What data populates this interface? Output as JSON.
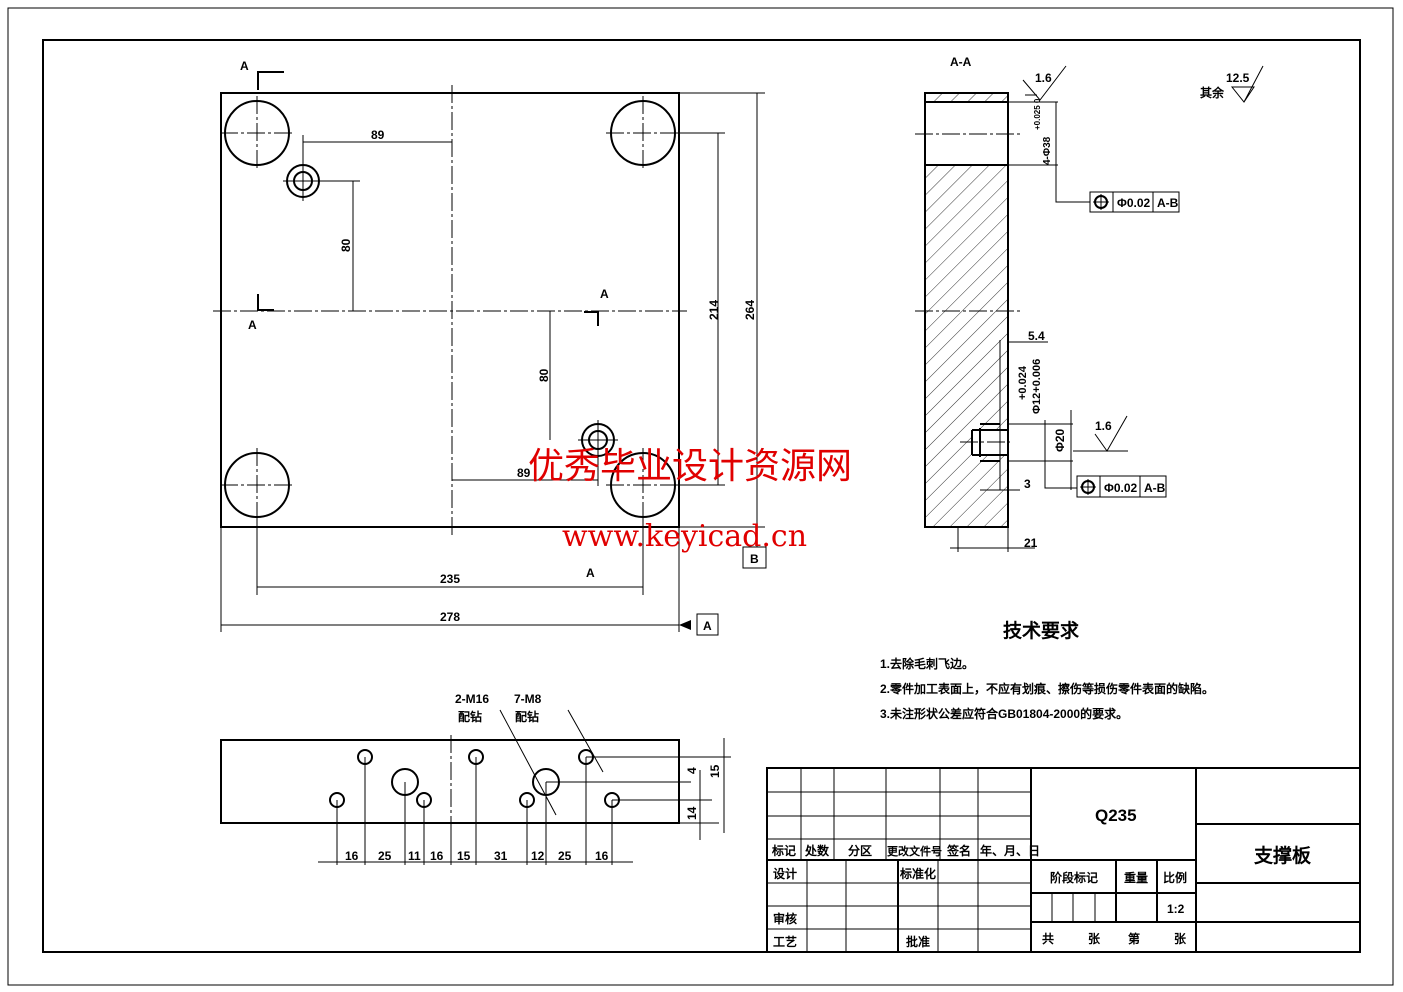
{
  "section_label": "A",
  "section_view_title": "A-A",
  "front_view": {
    "dims": {
      "d89_top": "89",
      "d80_left": "80",
      "d80_right": "80",
      "d89_bottom": "89",
      "d214": "214",
      "d264": "264",
      "d235": "235",
      "d278": "278"
    },
    "datum_a": "A",
    "datum_b": "B"
  },
  "side_view": {
    "roughness_top": "1.6",
    "bore_dim": "4-Φ38",
    "bore_tol": "+0.025 0",
    "fcf_top": {
      "symbol": "position",
      "tol": "Φ0.02",
      "datum": "A-B"
    },
    "d5_4": "5.4",
    "pin_dim": "Φ12+0.006",
    "pin_tol": "+0.024",
    "d20": "Φ20",
    "roughness_pin": "1.6",
    "fcf_pin": {
      "symbol": "position",
      "tol": "Φ0.02",
      "datum": "A-B"
    },
    "d3": "3",
    "d21": "21"
  },
  "general_roughness": {
    "label": "其余",
    "value": "12.5"
  },
  "tech_req": {
    "title": "技术要求",
    "items": [
      "1.去除毛刺飞边。",
      "2.零件加工表面上，不应有划痕、擦伤等损伤零件表面的缺陷。",
      "3.未注形状公差应符合GB01804-2000的要求。"
    ]
  },
  "bottom_view": {
    "callout_m16": {
      "spec": "2-M16",
      "note": "配钻"
    },
    "callout_m8": {
      "spec": "7-M8",
      "note": "配钻"
    },
    "h_dims": [
      "16",
      "25",
      "11",
      "16",
      "15",
      "31",
      "12",
      "25",
      "16"
    ],
    "v_dims": {
      "d4": "4",
      "d15": "15",
      "d14": "14"
    }
  },
  "title_block": {
    "headers": [
      "标记",
      "处数",
      "分区",
      "更改文件号",
      "签名",
      "年、月、日"
    ],
    "design": "设计",
    "standard": "标准化",
    "review": "审核",
    "process": "工艺",
    "approve": "批准",
    "material": "Q235",
    "stage": "阶段标记",
    "weight": "重量",
    "scale_label": "比例",
    "scale": "1:2",
    "total": "共",
    "sheets": "张",
    "sheet_no": "第",
    "sheets2": "张",
    "part_name": "支撑板"
  },
  "watermark": {
    "line1": "优秀毕业设计资源网",
    "line2": "www.keyicad.cn"
  }
}
